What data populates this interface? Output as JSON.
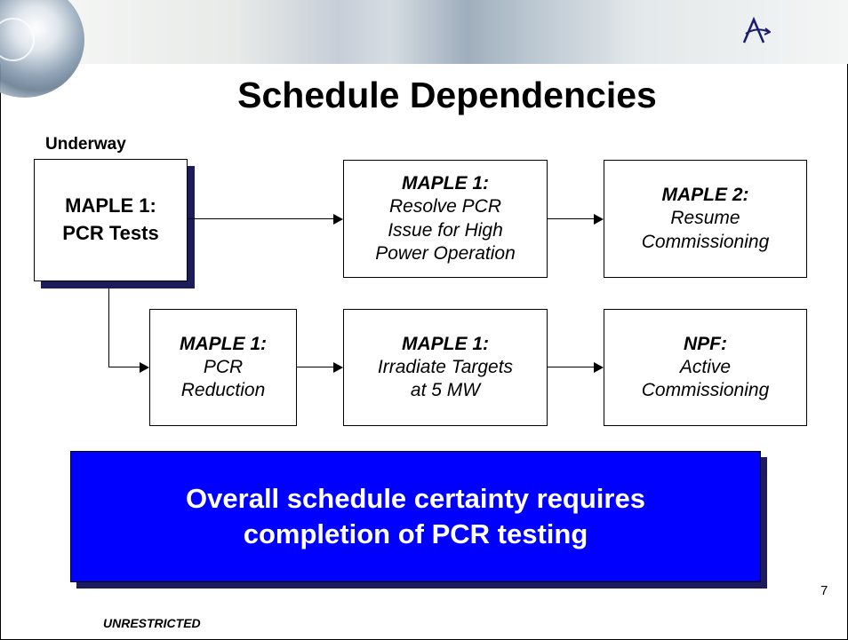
{
  "slide": {
    "title": "Schedule Dependencies",
    "status_label": "Underway",
    "classification": "UNRESTRICTED",
    "page_number": "7"
  },
  "nodes": {
    "pcr_tests": {
      "line1": "MAPLE 1:",
      "line2": "PCR Tests"
    },
    "resolve_pcr": {
      "heading": "MAPLE 1:",
      "lines": [
        "Resolve PCR",
        "Issue for High",
        "Power Operation"
      ]
    },
    "maple2_resume": {
      "heading": "MAPLE 2:",
      "lines": [
        "Resume",
        "Commissioning"
      ]
    },
    "pcr_reduction": {
      "heading": "MAPLE 1:",
      "lines": [
        "PCR",
        "Reduction"
      ]
    },
    "irradiate_targets": {
      "heading": "MAPLE 1:",
      "lines": [
        "Irradiate Targets",
        "at 5 MW"
      ]
    },
    "npf_active": {
      "heading": "NPF:",
      "lines": [
        "Active",
        "Commissioning"
      ]
    }
  },
  "edges": [
    {
      "from": "pcr_tests",
      "to": "resolve_pcr"
    },
    {
      "from": "resolve_pcr",
      "to": "maple2_resume"
    },
    {
      "from": "pcr_tests",
      "to": "pcr_reduction"
    },
    {
      "from": "pcr_reduction",
      "to": "irradiate_targets"
    },
    {
      "from": "irradiate_targets",
      "to": "npf_active"
    }
  ],
  "banner": {
    "line1": "Overall schedule certainty requires",
    "line2": "completion of PCR testing"
  },
  "colors": {
    "banner_fill": "#0000ff",
    "shadow": "#1c1c5c",
    "text": "#000000"
  }
}
